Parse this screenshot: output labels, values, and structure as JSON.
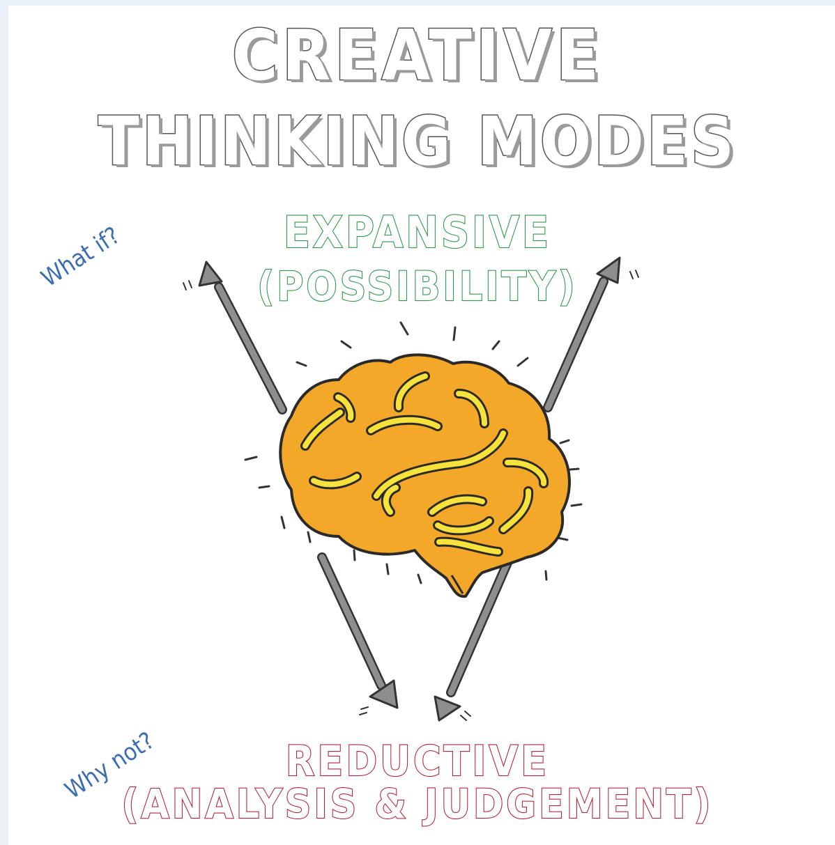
{
  "title": {
    "line1": "CREATIVE",
    "line2": "THINKING MODES"
  },
  "expansive": {
    "label": "EXPANSIVE",
    "sub": "(POSSIBILITY)",
    "color": "#2e9a4b"
  },
  "reductive": {
    "label": "REDUCTIVE",
    "sub": "(ANALYSIS & JUDGEMENT)",
    "color": "#b7273a"
  },
  "annotations": {
    "what_if": "What if?",
    "why_not": "Why not?",
    "color": "#3c6db4"
  },
  "brain": {
    "icon": "brain-icon",
    "fill": "#f3a82a",
    "fold_color": "#f6e23a"
  }
}
